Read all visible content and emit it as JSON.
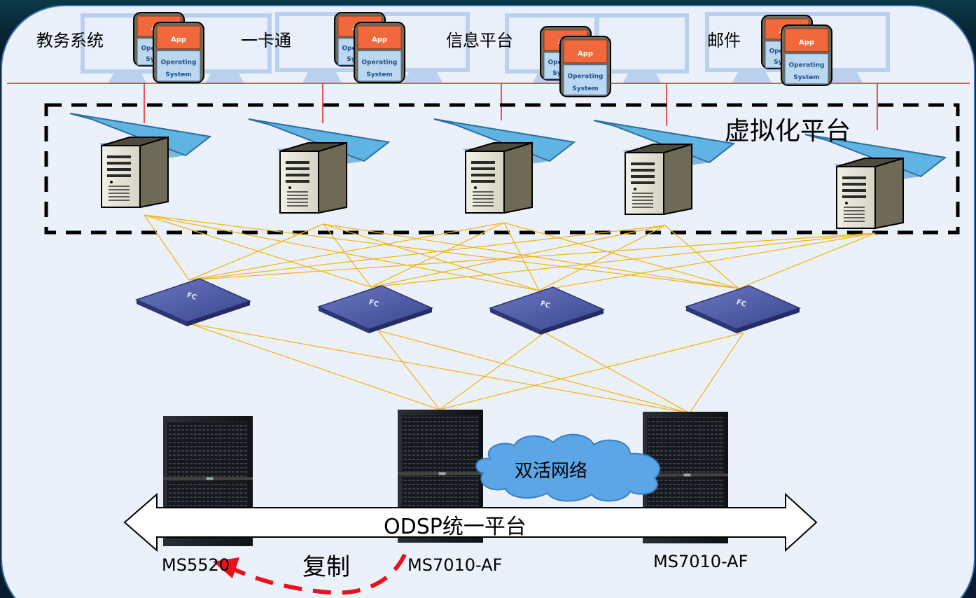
{
  "applications": [
    "教务系统",
    "一卡通",
    "信息平台",
    "邮件"
  ],
  "app_badge": {
    "app": "App",
    "os_line1": "Operating",
    "os_line2": "System"
  },
  "virtualization_label": "虚拟化平台",
  "fc_switch_label": "FC",
  "active_active_cloud": "双活网络",
  "unified_platform": "ODSP统一平台",
  "storage_devices": [
    "MS5520",
    "MS7010-AF",
    "MS7010-AF"
  ],
  "replication_label": "复制",
  "colors": {
    "panel": "#ebf1fa",
    "panel_border": "#3a6fb0",
    "bus_line": "#e32020",
    "fc_links": "#f2b619",
    "dashed_box": "#000000",
    "cloud": "#5aa6e6",
    "replication_arrow": "#e8121c",
    "app_orange": "#f0683c",
    "os_blue": "#bcd7f0",
    "monitor": "#b9d1ee"
  },
  "icons": [
    "monitor-icon",
    "app-os-stack-icon",
    "host-server-icon",
    "fc-switch-icon",
    "storage-rack-icon",
    "cloud-icon",
    "double-arrow-icon",
    "curved-arrow-icon"
  ]
}
